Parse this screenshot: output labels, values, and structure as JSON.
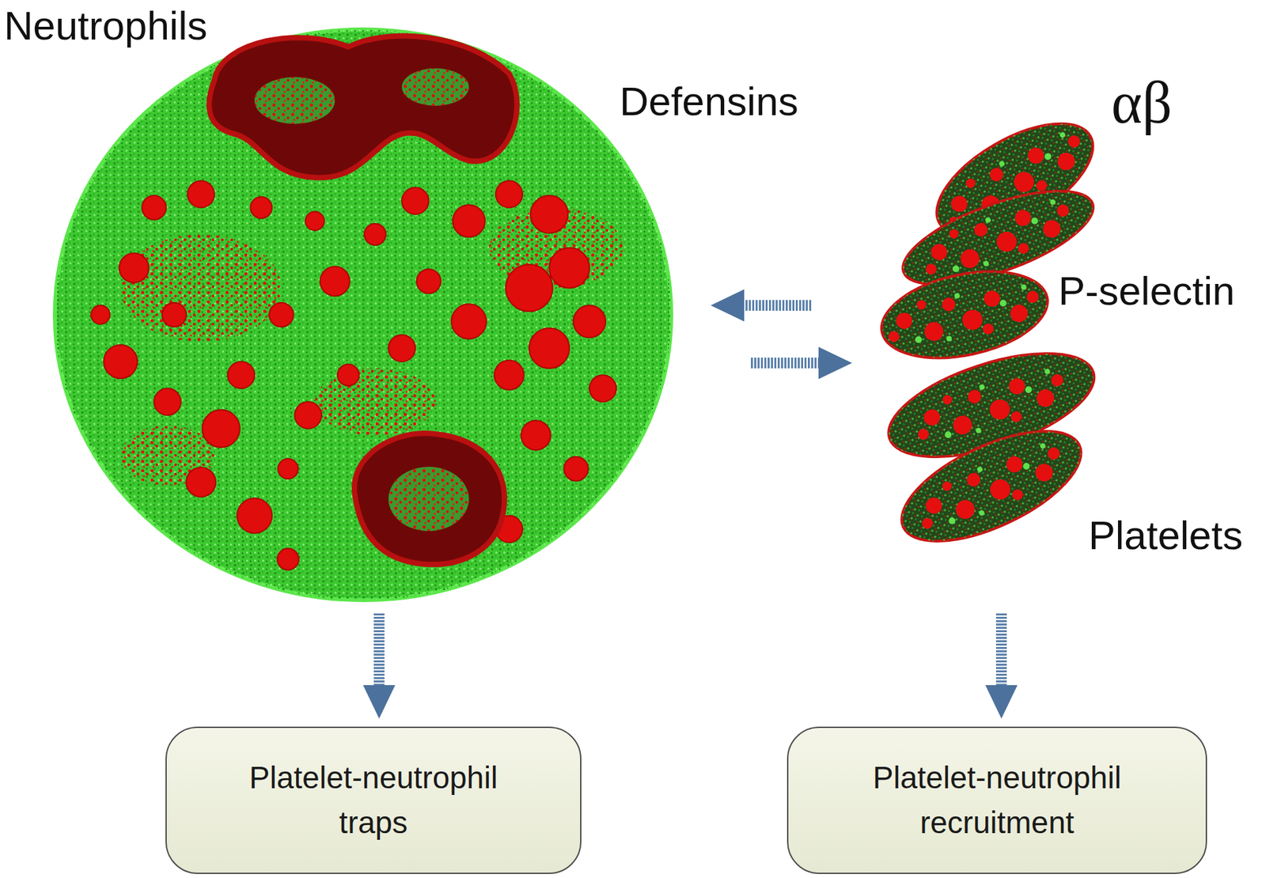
{
  "diagram": {
    "nodes": [
      {
        "text": [
          "Neutrophils",
          "Defensins"
        ]
      },
      {
        "text": [
          "αβ",
          "P-selectin",
          "Platelets"
        ]
      },
      {
        "text": [
          "Platelet-neutrophil traps"
        ]
      },
      {
        "text": [
          "Platelet-neutrophil recruitment"
        ]
      }
    ],
    "edges": [
      {
        "from": 1,
        "to": 0,
        "arrow": "to"
      },
      {
        "from": 0,
        "to": 1,
        "arrow": "to"
      },
      {
        "from": 0,
        "to": 2,
        "arrow": "to"
      },
      {
        "from": 1,
        "to": 3,
        "arrow": "to"
      }
    ]
  }
}
